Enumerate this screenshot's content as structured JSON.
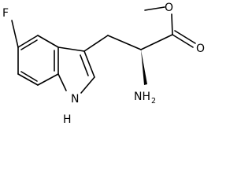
{
  "molecule": {
    "atoms": {
      "fluorine": "F",
      "indole_nitrogen": "N",
      "indole_hydrogen": "H",
      "amine_nitrogen": "NH",
      "amine_subscript": "2",
      "carbonyl_oxygen": "O",
      "ester_oxygen": "O"
    }
  }
}
